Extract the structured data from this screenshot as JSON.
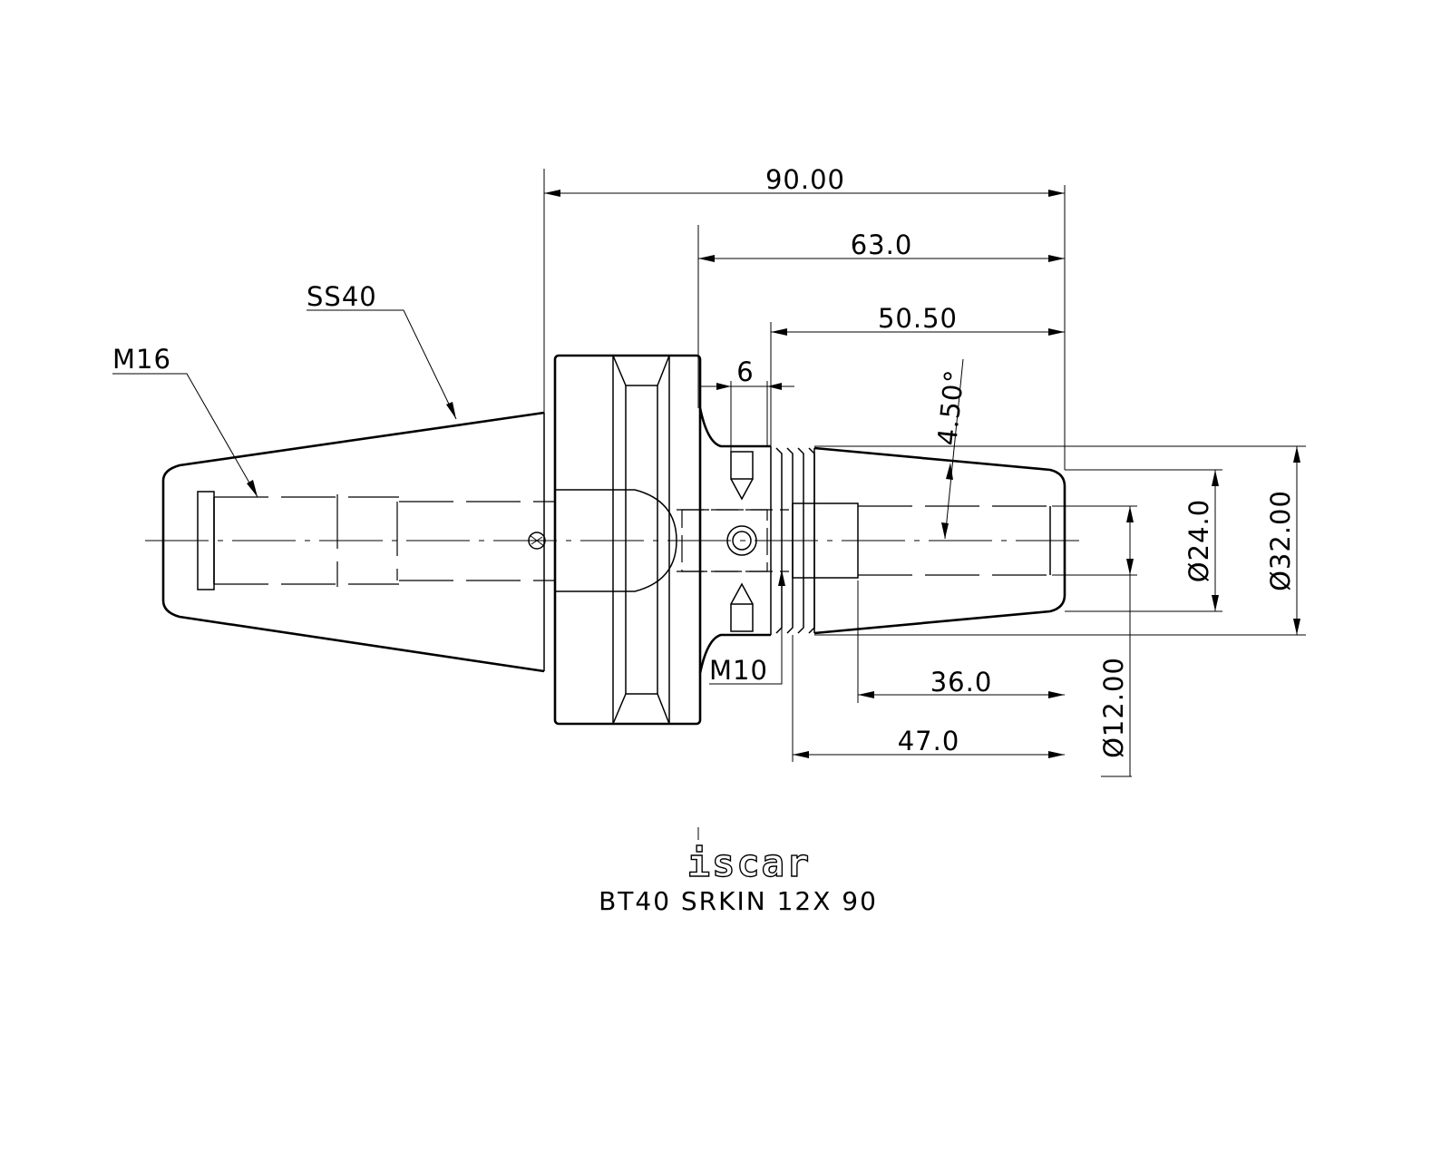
{
  "dimensions": {
    "overall_length": "90.00",
    "length_63": "63.0",
    "length_50": "50.50",
    "groove_width": "6",
    "taper_angle": "4.50°",
    "dia_24": "Ø24.0",
    "dia_32": "Ø32.00",
    "dia_12": "Ø12.00",
    "length_36": "36.0",
    "length_47": "47.0"
  },
  "callouts": {
    "taper": "SS40",
    "thread": "M16",
    "screw": "M10"
  },
  "logo": {
    "text": "iscar"
  },
  "product_code": "BT40 SRKIN 12X 90"
}
